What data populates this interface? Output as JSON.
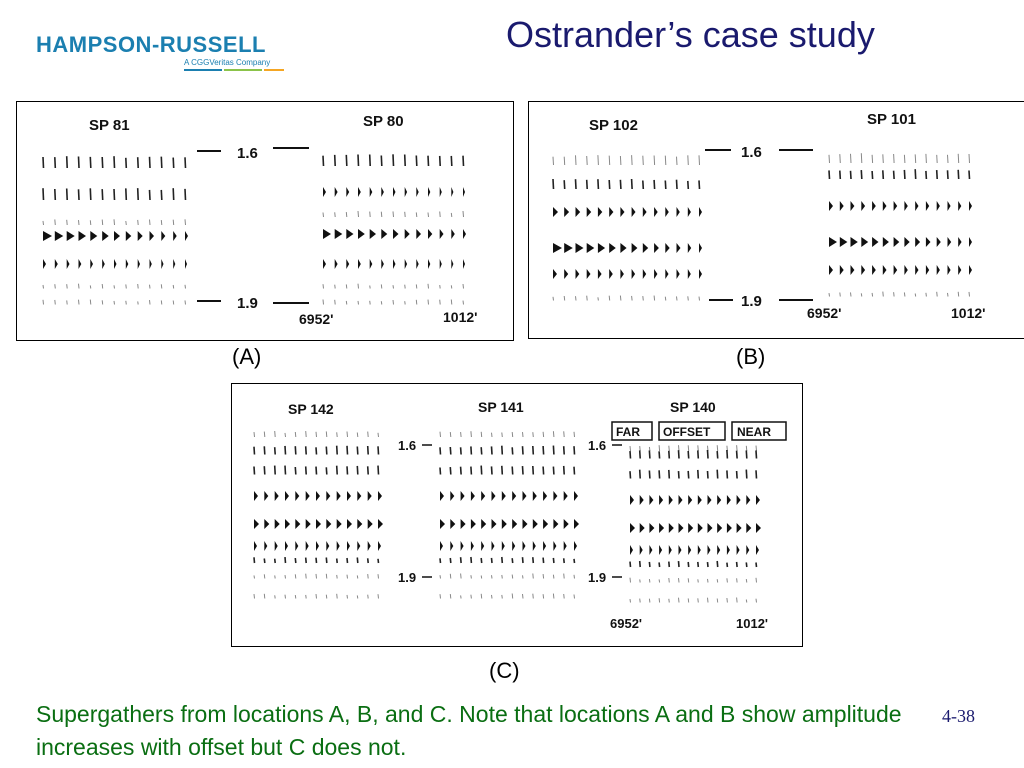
{
  "logo": {
    "text": "HAMPSON-RUSSELL",
    "subtext": "A CGGVeritas Company",
    "colors": {
      "main": "#1b7fb0",
      "rule_a": "#1b7fb0",
      "rule_b": "#8bc34a",
      "rule_c": "#f5a623"
    }
  },
  "slide": {
    "title": "Ostrander’s case study",
    "title_color": "#1a1a6e",
    "footer": "Supergathers from locations A, B, and C.  Note that locations A and B show amplitude increases with offset but C does not.",
    "footer_color": "#0a6e12",
    "page_number": "4-38"
  },
  "panels": {
    "a": {
      "caption": "(A)",
      "gathers": [
        {
          "label": "SP 81"
        },
        {
          "label": "SP 80"
        }
      ],
      "time_top": "1.6",
      "time_bottom": "1.9",
      "offset_near": "6952'",
      "offset_far": "1012'"
    },
    "b": {
      "caption": "(B)",
      "gathers": [
        {
          "label": "SP 102"
        },
        {
          "label": "SP 101"
        }
      ],
      "time_top": "1.6",
      "time_bottom": "1.9",
      "offset_near": "6952'",
      "offset_far": "1012'"
    },
    "c": {
      "caption": "(C)",
      "gathers": [
        {
          "label": "SP 142"
        },
        {
          "label": "SP 141"
        },
        {
          "label": "SP 140"
        }
      ],
      "time_top": "1.6",
      "time_bottom": "1.9",
      "offset_near": "6952'",
      "offset_far": "1012'",
      "offset_boxes": {
        "far": "FAR",
        "offset": "OFFSET",
        "near": "NEAR"
      }
    }
  }
}
